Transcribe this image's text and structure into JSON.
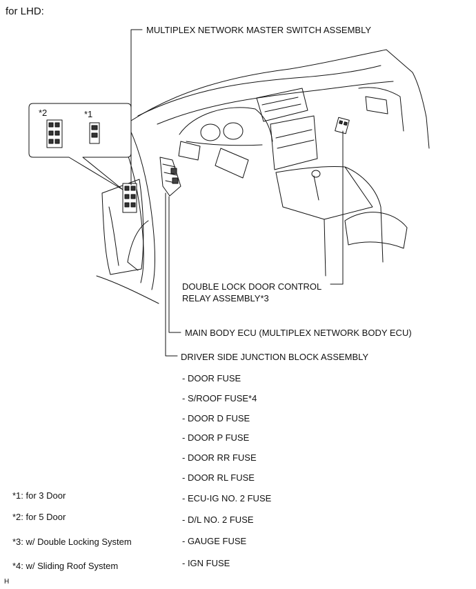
{
  "title": "for LHD:",
  "labels": {
    "master_switch": "MULTIPLEX NETWORK MASTER SWITCH ASSEMBLY",
    "double_lock_line1": "DOUBLE LOCK DOOR CONTROL",
    "double_lock_line2": "RELAY ASSEMBLY*3",
    "main_body_ecu": "MAIN BODY ECU (MULTIPLEX NETWORK BODY ECU)",
    "junction_block": "DRIVER SIDE JUNCTION BLOCK ASSEMBLY"
  },
  "inset": {
    "label_star2": "*2",
    "label_star1": "*1"
  },
  "fuses": [
    "- DOOR FUSE",
    "- S/ROOF FUSE*4",
    "- DOOR D FUSE",
    "- DOOR P FUSE",
    "- DOOR RR FUSE",
    "- DOOR RL FUSE",
    "- ECU-IG NO. 2 FUSE",
    "- D/L NO. 2 FUSE",
    "- GAUGE FUSE",
    "- IGN FUSE"
  ],
  "notes": [
    "*1: for 3 Door",
    "*2: for 5 Door",
    "*3: w/ Double Locking System",
    "*4: w/ Sliding Roof System"
  ],
  "corner_code": "H"
}
